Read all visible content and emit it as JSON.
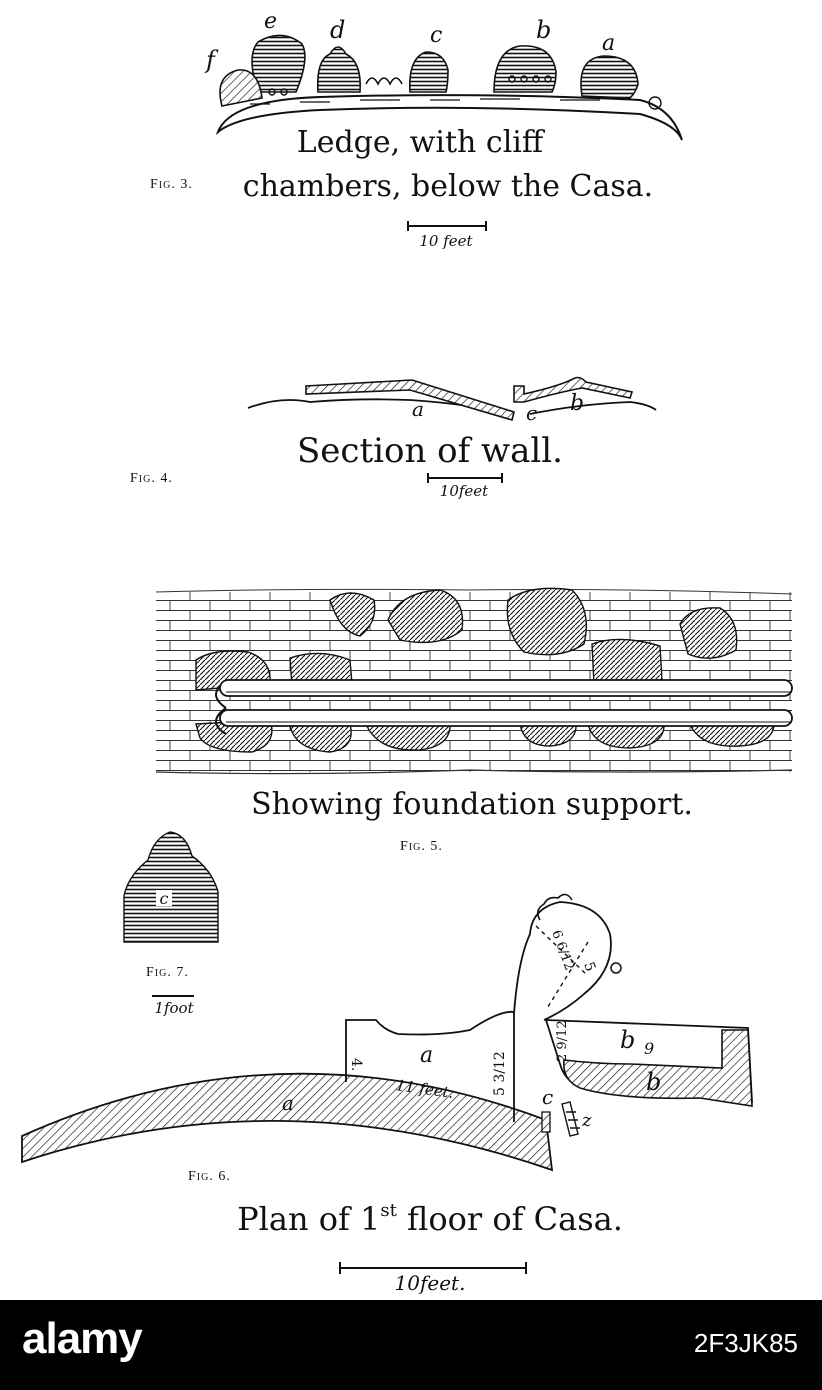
{
  "fig3": {
    "number": "Fig. 3.",
    "caption_line1": "Ledge, with cliff",
    "caption_line2": "chambers, below the Casa.",
    "scale": "10 feet",
    "labels": [
      "f",
      "e",
      "d",
      "c",
      "b",
      "a"
    ]
  },
  "fig4": {
    "number": "Fig. 4.",
    "caption": "Section of wall.",
    "scale": "10feet",
    "labels": [
      "a",
      "c",
      "b"
    ]
  },
  "fig5": {
    "number": "Fig. 5.",
    "caption": "Showing foundation support."
  },
  "fig7": {
    "number": "Fig. 7.",
    "label": "c",
    "scale": "1foot"
  },
  "fig6": {
    "number": "Fig. 6.",
    "caption_main": "Plan of 1",
    "caption_sup": "st",
    "caption_end": " floor of Casa.",
    "scale": "10feet.",
    "labels": {
      "a_room": "a",
      "a_wall": "a",
      "b_room": "b",
      "b_wall": "b",
      "c": "c",
      "z": "z",
      "nine": "9"
    },
    "dimensions": {
      "four": "4.",
      "eleven": "11 feet.",
      "five_three": "5 3/12",
      "two_nine": "2 9/12",
      "six_six": "6 6/12",
      "five": "5"
    }
  },
  "footer": {
    "logo": "alamy",
    "image_id": "2F3JK85"
  }
}
